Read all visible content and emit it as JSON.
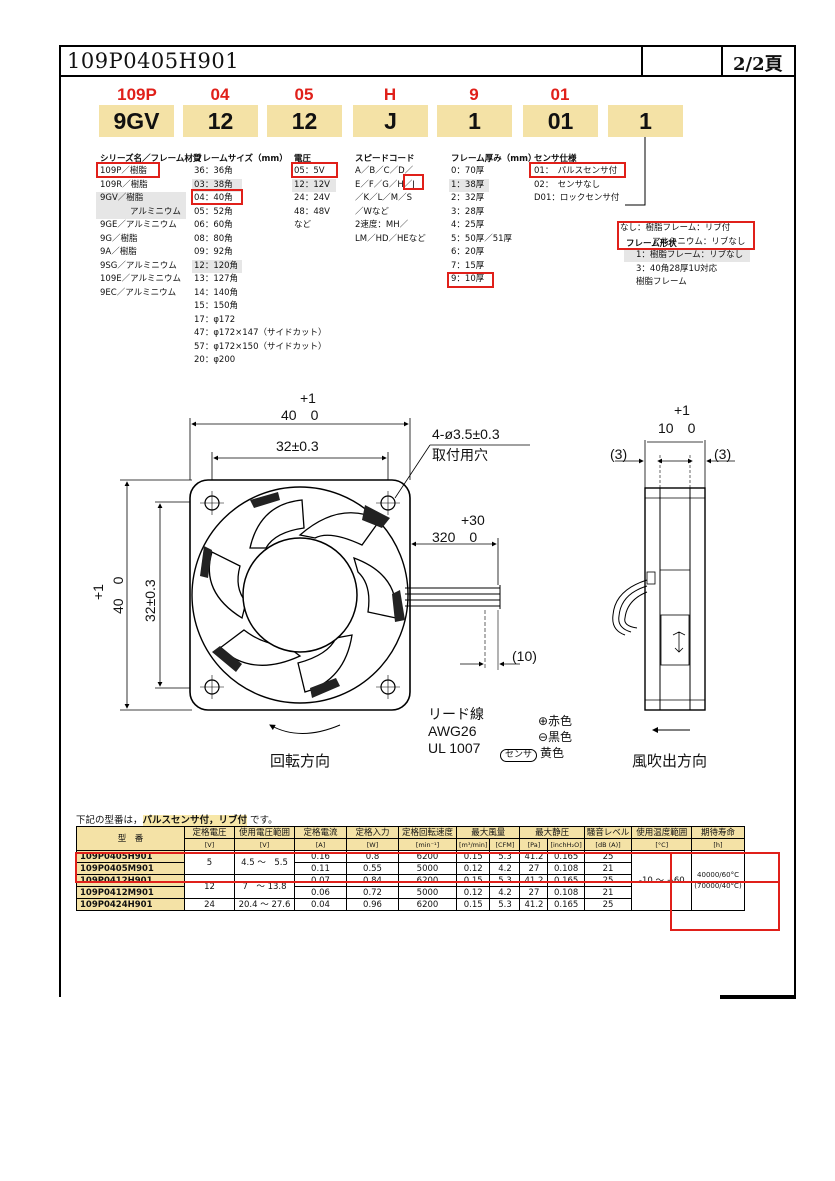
{
  "header": {
    "doc_number": "109P0405H901",
    "page": "2/2頁"
  },
  "model_code": [
    {
      "top": "109P",
      "box": "9GV"
    },
    {
      "top": "04",
      "box": "12"
    },
    {
      "top": "05",
      "box": "12"
    },
    {
      "top": "H",
      "box": "J"
    },
    {
      "top": "9",
      "box": "1"
    },
    {
      "top": "01",
      "box": "01"
    },
    {
      "top": "",
      "box": "1"
    }
  ],
  "options": {
    "series": {
      "title": "シリーズ名／フレーム材質",
      "items": [
        "109P／樹脂",
        "109R／樹脂",
        "9GV／樹脂",
        "アルミニウム",
        "9GE／アルミニウム",
        "9G／樹脂",
        "9A／樹脂",
        "9SG／アルミニウム",
        "109E／アルミニウム",
        "9EC／アルミニウム"
      ]
    },
    "frame_size": {
      "title": "フレームサイズ（mm）",
      "items": [
        "36：36角",
        "03：38角",
        "04：40角",
        "05：52角",
        "06：60角",
        "08：80角",
        "09：92角",
        "12：120角",
        "13：127角",
        "14：140角",
        "15：150角",
        "17：φ172",
        "47：φ172×147（サイドカット）",
        "57：φ172×150（サイドカット）",
        "20：φ200"
      ]
    },
    "voltage": {
      "title": "電圧",
      "items": [
        "05：5V",
        "12：12V",
        "24：24V",
        "48：48V",
        "など"
      ]
    },
    "speed": {
      "title": "スピードコード",
      "items": [
        "A／B／C／D／",
        "E／F／G／H／J",
        "／K／L／M／S",
        "／Wなど",
        "2速度：MH／",
        "LM／HD／HEなど"
      ]
    },
    "thickness": {
      "title": "フレーム厚み（mm）",
      "items": [
        "0：70厚",
        "1：38厚",
        "2：32厚",
        "3：28厚",
        "4：25厚",
        "5：50厚／51厚",
        "6：20厚",
        "7：15厚",
        "9：10厚"
      ]
    },
    "sensor": {
      "title": "センサ仕様",
      "items": [
        "01：　パルスセンサ付",
        "02：　センサなし",
        "D01：ロックセンサ付"
      ]
    },
    "frame_shape": {
      "title": "フレーム形状",
      "items": [
        "なし：樹脂フレーム：リブ付",
        "アルミニウム：リブなし",
        "1：樹脂フレーム：リブなし",
        "3：40角28厚1U対応",
        "樹脂フレーム"
      ]
    }
  },
  "drawing": {
    "width_tol": "+1",
    "width": "40　0",
    "hole_pitch": "32±0.3",
    "hole_callout": "4-ø3.5±0.3",
    "hole_label": "取付用穴",
    "lead_tol": "+30",
    "lead_length": "320　0",
    "strip": "(10)",
    "height_tol": "+1",
    "height": "40　0",
    "height_pitch": "32±0.3",
    "rotation": "回転方向",
    "lead_title": "リード線",
    "lead_awg": "AWG26",
    "lead_ul": "UL 1007",
    "wire_plus": "⊕赤色",
    "wire_minus": "⊖黒色",
    "wire_sensor_tag": "センサ",
    "wire_sensor": "黄色",
    "side_tol": "+1",
    "side_width": "10　0",
    "side_left": "(3)",
    "side_right": "(3)",
    "airflow": "風吹出方向"
  },
  "note": {
    "prefix": "下記の型番は，",
    "bold": "パルスセンサ付，リブ付",
    "suffix": " です。"
  },
  "table": {
    "headers": [
      "型　番",
      "定格電圧",
      "使用電圧範囲",
      "定格電流",
      "定格入力",
      "定格回転速度",
      "最大風量",
      "最大静圧",
      "騒音レベル",
      "使用温度範囲",
      "期待寿命"
    ],
    "units": [
      "[V]",
      "[V]",
      "[A]",
      "[W]",
      "[min⁻¹]",
      "[m³/min]",
      "[CFM]",
      "[Pa]",
      "[inchH₂O]",
      "[dB (A)]",
      "[°C]",
      "[h]"
    ],
    "rows": [
      {
        "model": "109P0405H901",
        "current": "0.16",
        "input": "0.8",
        "speed": "6200",
        "air_m3": "0.15",
        "air_cfm": "5.3",
        "sp_pa": "41.2",
        "sp_in": "0.165",
        "noise": "25"
      },
      {
        "model": "109P0405M901",
        "current": "0.11",
        "input": "0.55",
        "speed": "5000",
        "air_m3": "0.12",
        "air_cfm": "4.2",
        "sp_pa": "27",
        "sp_in": "0.108",
        "noise": "21"
      },
      {
        "model": "109P0412H901",
        "current": "0.07",
        "input": "0.84",
        "speed": "6200",
        "air_m3": "0.15",
        "air_cfm": "5.3",
        "sp_pa": "41.2",
        "sp_in": "0.165",
        "noise": "25"
      },
      {
        "model": "109P0412M901",
        "current": "0.06",
        "input": "0.72",
        "speed": "5000",
        "air_m3": "0.12",
        "air_cfm": "4.2",
        "sp_pa": "27",
        "sp_in": "0.108",
        "noise": "21"
      },
      {
        "model": "109P0424H901",
        "current": "0.04",
        "input": "0.96",
        "speed": "6200",
        "air_m3": "0.15",
        "air_cfm": "5.3",
        "sp_pa": "41.2",
        "sp_in": "0.165",
        "noise": "25"
      }
    ],
    "v5": "5",
    "range5": "4.5 ～　5.5",
    "v12": "12",
    "range12": "7　～ 13.8",
    "v24": "24",
    "range24": "20.4 ～ 27.6",
    "temp": "-10 ～ +60",
    "life1": "40000/60°C",
    "life2": "(70000/40°C)"
  }
}
